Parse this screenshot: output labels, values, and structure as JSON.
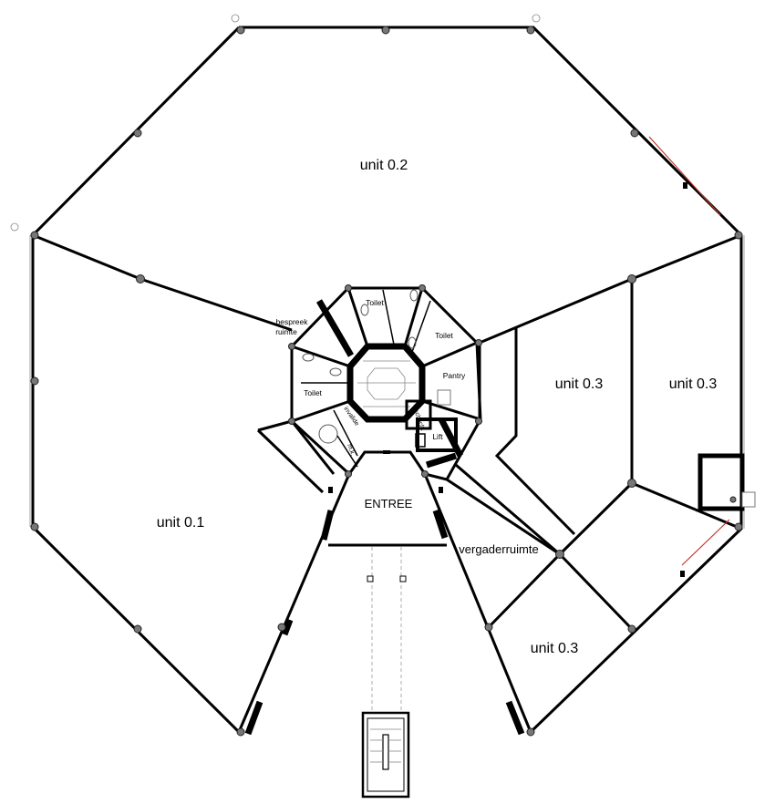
{
  "floorplan": {
    "rooms": {
      "unit_01": "unit 0.1",
      "unit_02": "unit 0.2",
      "unit_03_a": "unit 0.3",
      "unit_03_b": "unit 0.3",
      "unit_03_c": "unit 0.3",
      "entree": "ENTREE",
      "vergaderruimte": "vergaderruimte",
      "toilet_top": "Toilet",
      "toilet_right": "Toilet",
      "toilet_left": "Toilet",
      "pantry": "Pantry",
      "lift": "Lift",
      "bespreek_line1": "bespreek",
      "bespreek_line2": "ruimte",
      "schacht": "schacht",
      "invalide": "invalide",
      "mk": "m.k."
    }
  }
}
